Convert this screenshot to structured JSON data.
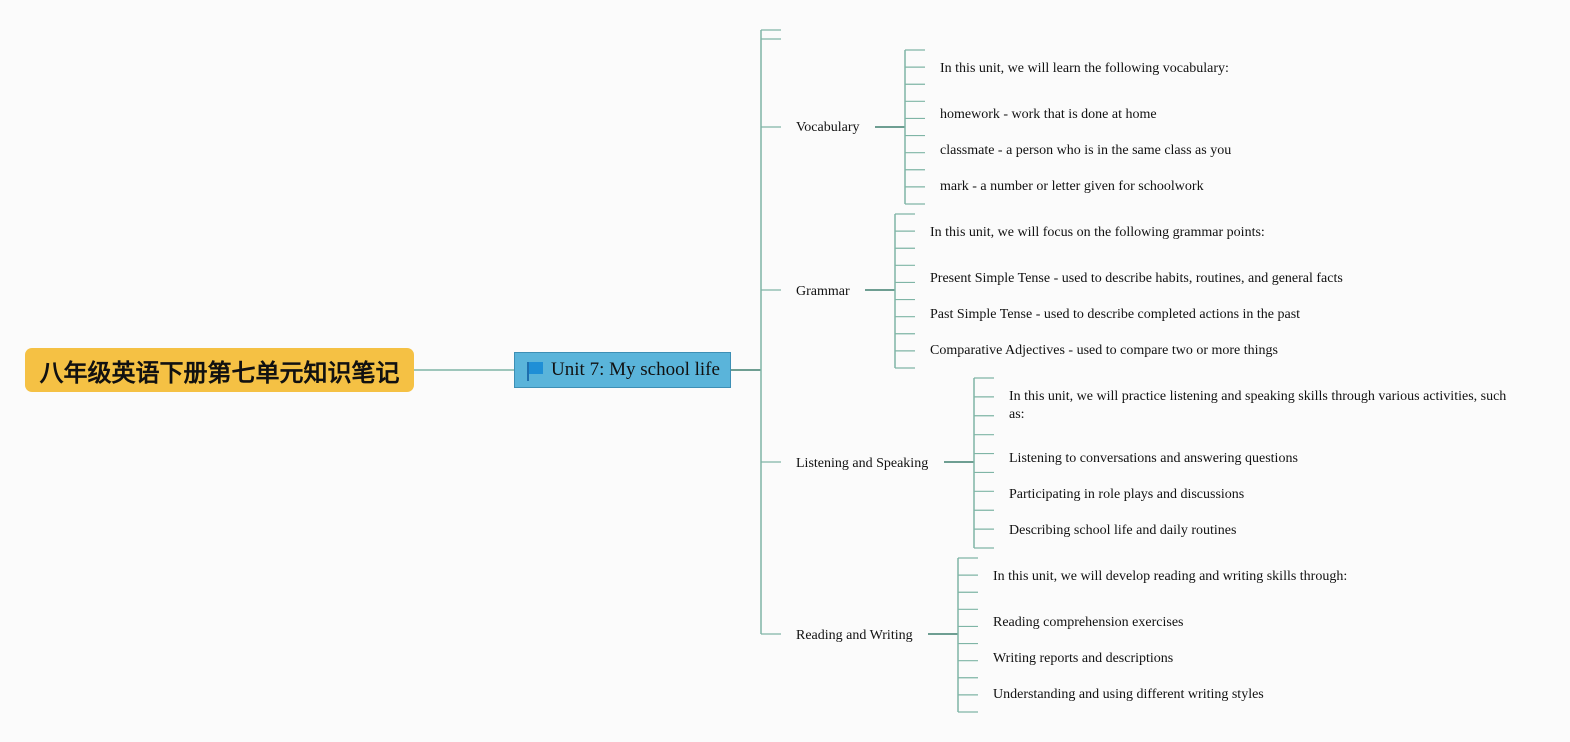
{
  "root": {
    "title": "八年级英语下册第七单元知识笔记"
  },
  "unit": {
    "icon": "flag-icon",
    "title": "Unit 7: My school life"
  },
  "branches": [
    {
      "label": "Vocabulary",
      "items": [
        "In this unit, we will learn the following vocabulary:",
        "homework - work that is done at home",
        "classmate - a person who is in the same class as you",
        "mark - a number or letter given for schoolwork"
      ]
    },
    {
      "label": "Grammar",
      "items": [
        "In this unit, we will focus on the following grammar points:",
        "Present Simple Tense - used to describe habits, routines, and general facts",
        "Past Simple Tense - used to describe completed actions in the past",
        "Comparative Adjectives - used to compare two or more things"
      ]
    },
    {
      "label": "Listening and Speaking",
      "items": [
        "In this unit, we will practice listening and speaking skills through various activities, such as:",
        "Listening to conversations and answering questions",
        "Participating in role plays and discussions",
        "Describing school life and daily routines"
      ]
    },
    {
      "label": "Reading and Writing",
      "items": [
        "In this unit, we will develop reading and writing skills through:",
        "Reading comprehension exercises",
        "Writing reports and descriptions",
        "Understanding and using different writing styles"
      ]
    }
  ],
  "colors": {
    "line": "#7fb5a6",
    "line_dark": "#3f7f70",
    "root_fill": "#f5c144",
    "unit_fill": "#5ab4da"
  }
}
